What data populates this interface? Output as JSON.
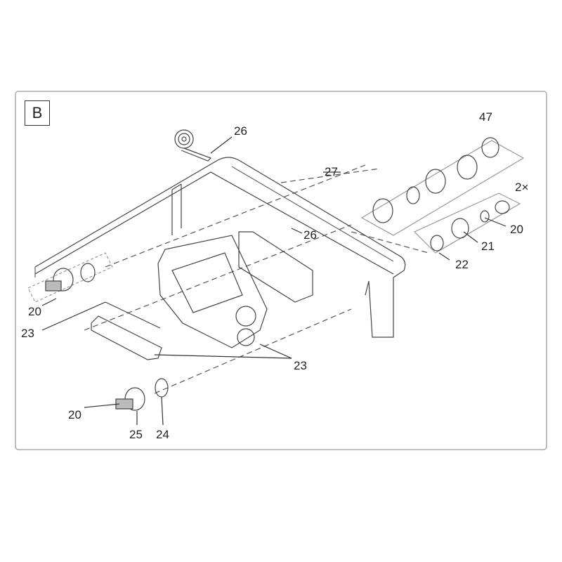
{
  "section_label": "B",
  "callouts": {
    "tape": "26",
    "hose_clamp_set": "47",
    "screws": "27",
    "quantity": "2×",
    "o_ring_small": "26",
    "outlet_right": "20",
    "hose_nozzle": "21",
    "seal_right": "22",
    "outlet_left_top": "20",
    "bracket_left": "23",
    "bracket_center": "23",
    "outlet_left_bottom": "20",
    "plug": "25",
    "seal_bottom": "24"
  }
}
